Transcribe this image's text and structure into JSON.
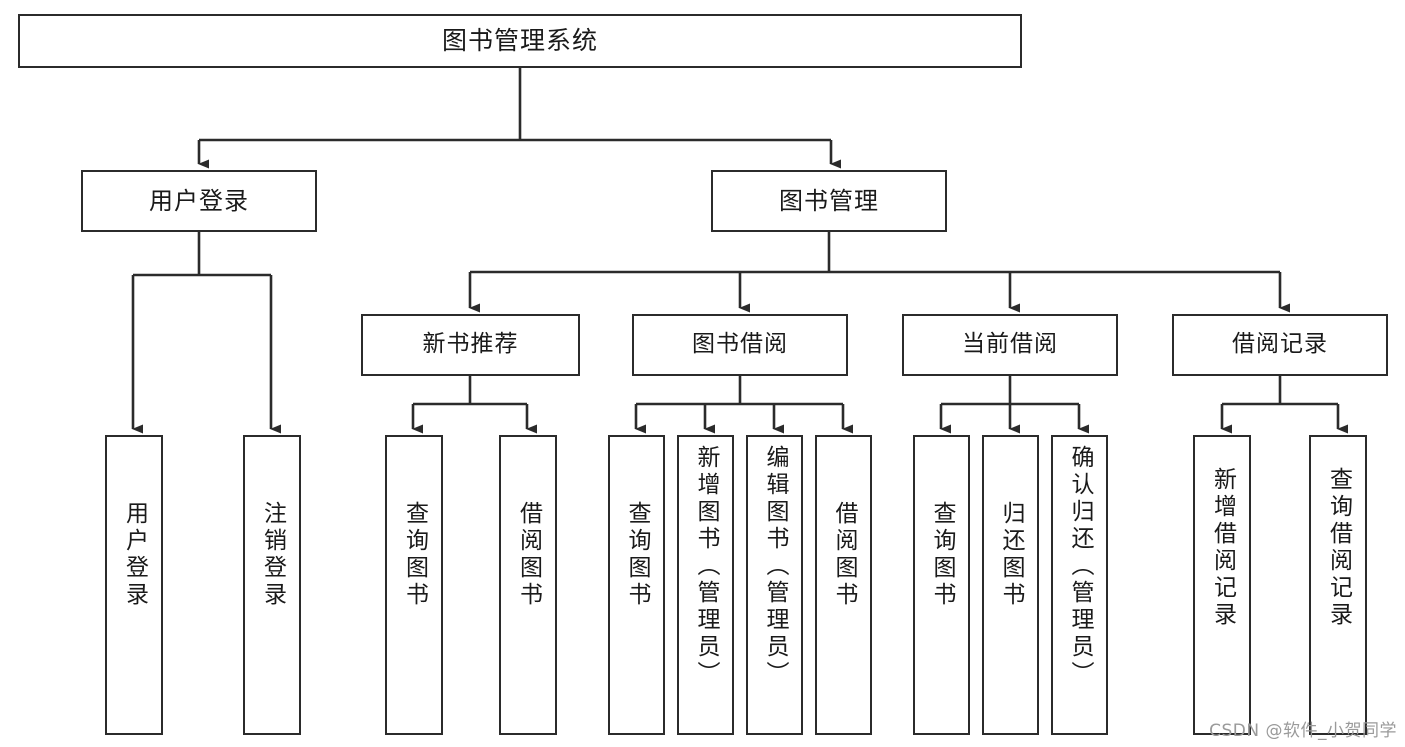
{
  "diagram": {
    "title": "图书管理系统",
    "type": "功能结构图",
    "watermark": "CSDN @软件_小贺同学",
    "colors": {
      "node_border": "#2b2b2b",
      "node_fill": "#ffffff",
      "edge": "#2b2b2b",
      "text": "#1a1a1a",
      "watermark": "#9a9a9a",
      "background": "#ffffff"
    },
    "nodes": {
      "root": {
        "label": "图书管理系统"
      },
      "level2": [
        {
          "id": "user-login",
          "label": "用户登录"
        },
        {
          "id": "book-management",
          "label": "图书管理"
        }
      ],
      "level3": [
        {
          "id": "new-book-recommend",
          "label": "新书推荐"
        },
        {
          "id": "book-borrow",
          "label": "图书借阅"
        },
        {
          "id": "current-borrow",
          "label": "当前借阅"
        },
        {
          "id": "borrow-record",
          "label": "借阅记录"
        }
      ],
      "leaves": {
        "user-login": [
          {
            "id": "leaf-user-login",
            "label": "用户登录"
          },
          {
            "id": "leaf-user-logout",
            "label": "注销登录"
          }
        ],
        "new-book-recommend": [
          {
            "id": "leaf-query-book-1",
            "label": "查询图书"
          },
          {
            "id": "leaf-borrow-book-1",
            "label": "借阅图书"
          }
        ],
        "book-borrow": [
          {
            "id": "leaf-query-book-2",
            "label": "查询图书"
          },
          {
            "id": "leaf-add-book",
            "label": "新增图书（管理员）"
          },
          {
            "id": "leaf-edit-book",
            "label": "编辑图书（管理员）"
          },
          {
            "id": "leaf-borrow-book-2",
            "label": "借阅图书"
          }
        ],
        "current-borrow": [
          {
            "id": "leaf-query-book-3",
            "label": "查询图书"
          },
          {
            "id": "leaf-return-book",
            "label": "归还图书"
          },
          {
            "id": "leaf-confirm-return",
            "label": "确认归还（管理员）"
          }
        ],
        "borrow-record": [
          {
            "id": "leaf-add-record",
            "label": "新增借阅记录"
          },
          {
            "id": "leaf-query-record",
            "label": "查询借阅记录"
          }
        ]
      }
    }
  }
}
